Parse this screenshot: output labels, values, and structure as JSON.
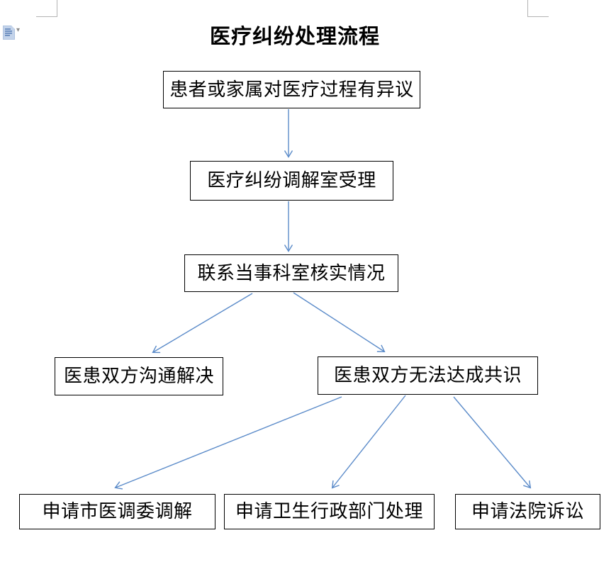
{
  "flowchart": {
    "title": "医疗纠纷处理流程",
    "nodes": [
      {
        "id": "n1",
        "label": "患者或家属对医疗过程有异议"
      },
      {
        "id": "n2",
        "label": "医疗纠纷调解室受理"
      },
      {
        "id": "n3",
        "label": "联系当事科室核实情况"
      },
      {
        "id": "n4",
        "label": "医患双方沟通解决"
      },
      {
        "id": "n5",
        "label": "医患双方无法达成共识"
      },
      {
        "id": "n6",
        "label": "申请市医调委调解"
      },
      {
        "id": "n7",
        "label": "申请卫生行政部门处理"
      },
      {
        "id": "n8",
        "label": "申请法院诉讼"
      }
    ],
    "edges": [
      {
        "from": 0,
        "to": 1
      },
      {
        "from": 1,
        "to": 2
      },
      {
        "from": 2,
        "to": 3
      },
      {
        "from": 2,
        "to": 4
      },
      {
        "from": 4,
        "to": 5
      },
      {
        "from": 4,
        "to": 6
      },
      {
        "from": 4,
        "to": 7
      }
    ],
    "colors": {
      "arrow": "#5B8BC9",
      "node_border": "#000000",
      "node_fill": "#ffffff",
      "text": "#000000"
    }
  },
  "word_chrome": {
    "icons": {
      "paste_options": "clipboard-document-icon",
      "paste_dropdown": "▾"
    }
  }
}
